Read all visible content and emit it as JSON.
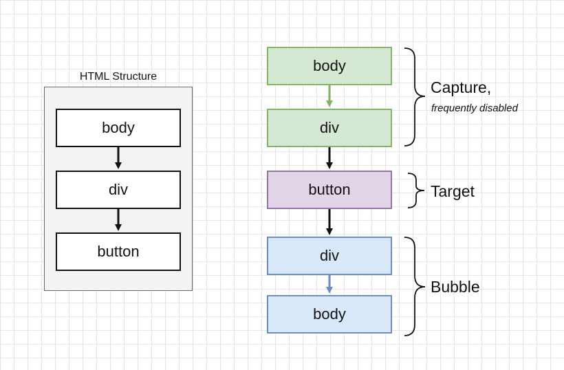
{
  "html_structure": {
    "title": "HTML Structure",
    "nodes": [
      "body",
      "div",
      "button"
    ]
  },
  "event_flow": {
    "capture": {
      "nodes": [
        "body",
        "div"
      ],
      "label": "Capture,",
      "note": "frequently disabled"
    },
    "target": {
      "node": "button",
      "label": "Target"
    },
    "bubble": {
      "nodes": [
        "div",
        "body"
      ],
      "label": "Bubble"
    }
  },
  "colors": {
    "capture_fill": "#d5e8d4",
    "capture_stroke": "#82b366",
    "target_fill": "#e1d5e7",
    "target_stroke": "#9673a6",
    "bubble_fill": "#dae8fc",
    "bubble_stroke": "#6c8ebf"
  }
}
